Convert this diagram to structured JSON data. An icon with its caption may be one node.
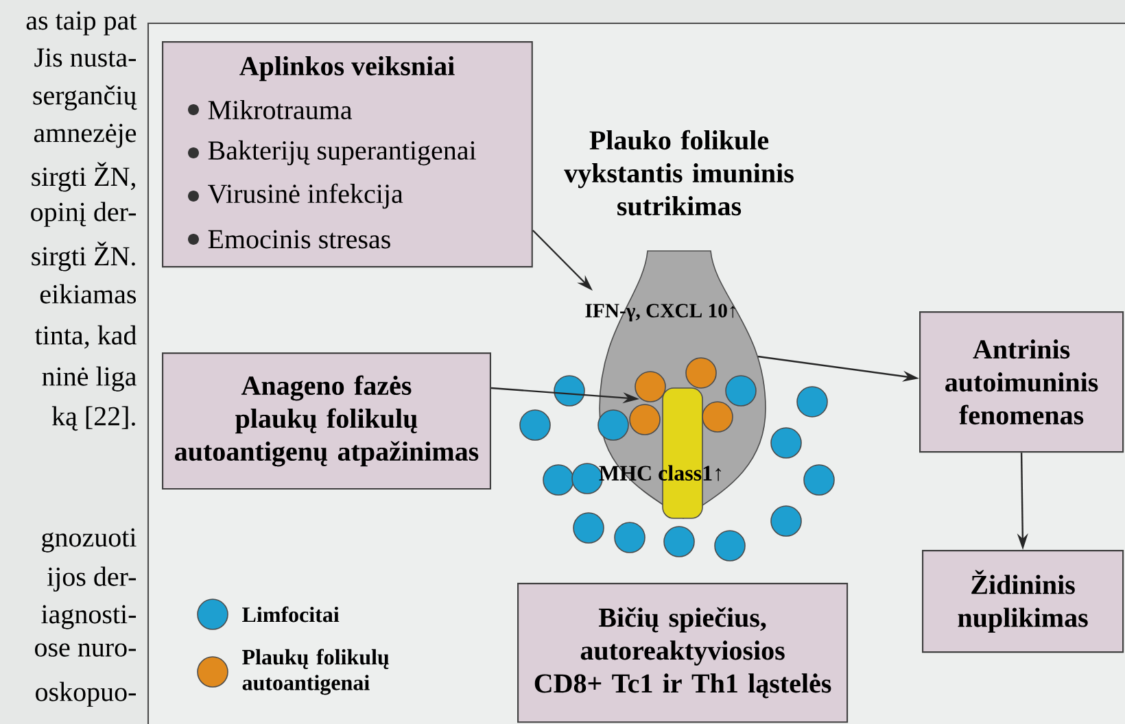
{
  "diagram": {
    "nodes": [
      {
        "text": [
          "Aplinkos veiksniai",
          "Mikrotrauma",
          "Bakterijų superantigenai",
          "Virusinė infekcija",
          "Emocinis stresas"
        ]
      },
      {
        "text": [
          "Plauko folikule vykstantis imuninis sutrikimas",
          "IFN-γ, CXCL 10↑",
          "MHC class1↑"
        ]
      },
      {
        "text": [
          "Anageno fazės plaukų folikulų autoantigenų atpažinimas"
        ]
      },
      {
        "text": [
          "Antrinis autoimuninis fenomenas"
        ]
      },
      {
        "text": [
          "Židininis nuplikimas"
        ]
      },
      {
        "text": [
          "Bičių spiečius, autoreaktyviosios CD8+ Tc1 ir Th1 ląstelės"
        ]
      }
    ],
    "edges": [
      {
        "from": 0,
        "to": 1,
        "arrow": "to"
      },
      {
        "from": 2,
        "to": 1,
        "arrow": "to"
      },
      {
        "from": 1,
        "to": 3,
        "arrow": "to"
      },
      {
        "from": 3,
        "to": 4,
        "arrow": "to"
      }
    ],
    "labels": [
      "as taip pat",
      "Jis nusta-",
      "sergančių",
      "amnezėje",
      "sirgti ŽN,",
      "opinį der-",
      "sirgti ŽN.",
      "eikiamas",
      "tinta, kad",
      "ninė liga",
      "ką [22].",
      "gnozuoti",
      "ijos der-",
      "iagnosti-",
      "ose nuro-",
      "oskopuo-"
    ],
    "legend": [
      {
        "text": "Limfocitai",
        "color": "#1e9fd0"
      },
      {
        "text": "Plaukų folikulų autoantigenai",
        "color": "#e08a1e"
      }
    ]
  }
}
